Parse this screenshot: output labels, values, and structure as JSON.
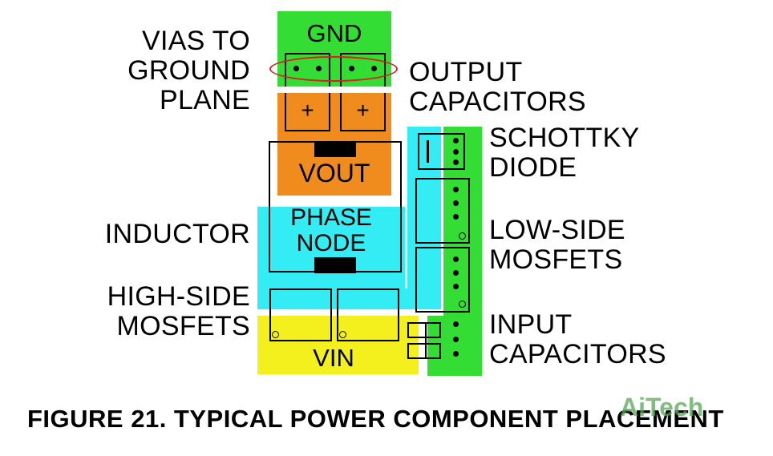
{
  "labels": {
    "vias": [
      "VIAS TO",
      "GROUND",
      "PLANE"
    ],
    "output_caps": [
      "OUTPUT",
      "CAPACITORS"
    ],
    "schottky": [
      "SCHOTTKY",
      "DIODE"
    ],
    "inductor": "INDUCTOR",
    "low_side": [
      "LOW-SIDE",
      "MOSFETS"
    ],
    "high_side": [
      "HIGH-SIDE",
      "MOSFETS"
    ],
    "input_caps": [
      "INPUT",
      "CAPACITORS"
    ]
  },
  "regions": {
    "gnd": "GND",
    "vout": "VOUT",
    "phase": [
      "PHASE",
      "NODE"
    ],
    "vin": "VIN"
  },
  "caps_symbol": "+",
  "caption": "FIGURE 21.  TYPICAL POWER COMPONENT PLACEMENT",
  "watermark": "AiTech",
  "colors": {
    "green": "#33dd33",
    "orange": "#f08c1e",
    "cyan": "#33ecf4",
    "yellow": "#f4f01e",
    "via_ring": "#d82020"
  }
}
